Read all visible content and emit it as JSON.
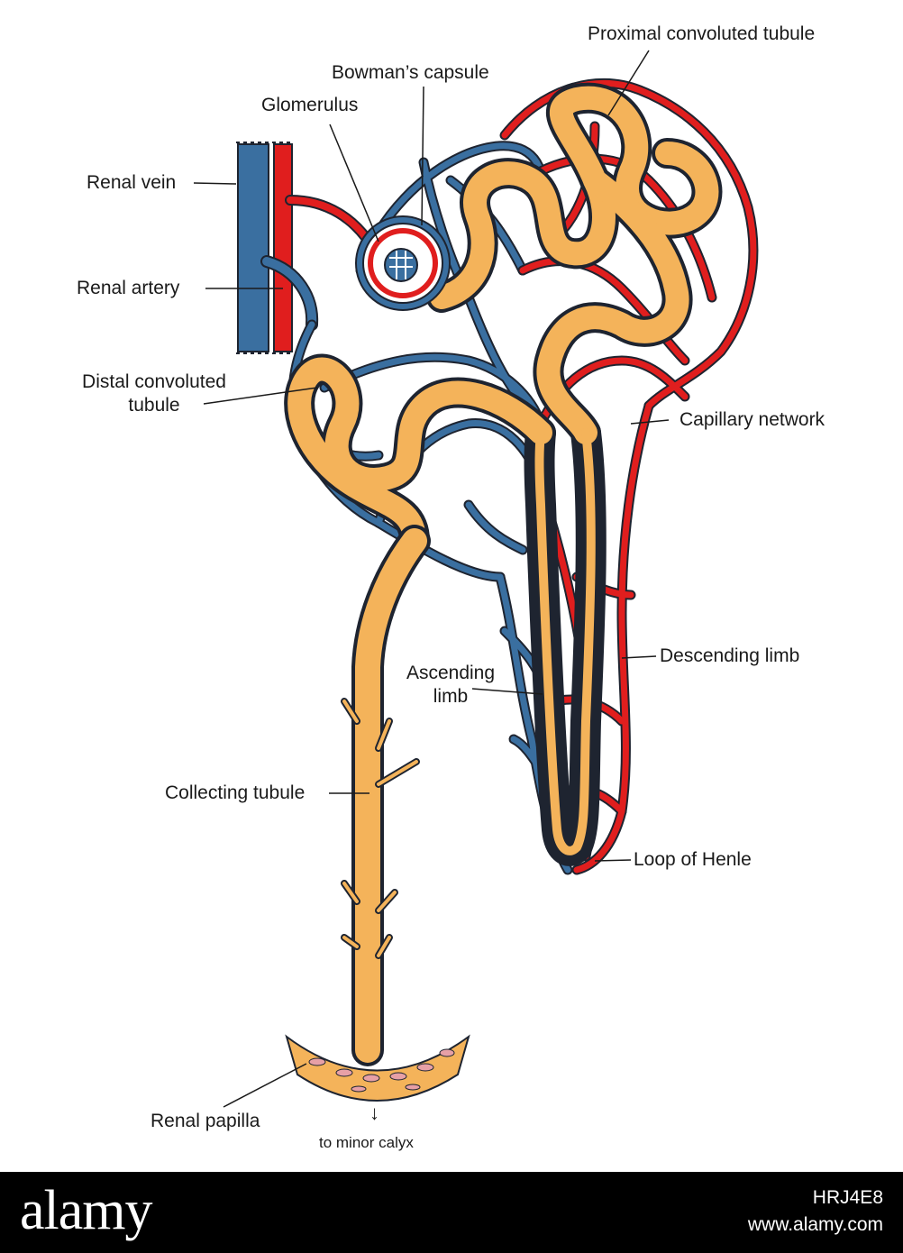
{
  "colors": {
    "vein": "#3a6fa0",
    "artery": "#e01e1e",
    "tubule": "#f4b35a",
    "outline": "#1e2430",
    "papilla_cells": "#e7a0a6",
    "footer": "#000000"
  },
  "labels": {
    "proximal": "Proximal convoluted tubule",
    "bowman": "Bowman’s capsule",
    "glomerulus": "Glomerulus",
    "renal_vein": "Renal vein",
    "renal_artery": "Renal artery",
    "distal_line1": "Distal convoluted",
    "distal_line2": "tubule",
    "capillary": "Capillary network",
    "descending": "Descending limb",
    "ascending_line1": "Ascending",
    "ascending_line2": "limb",
    "collecting": "Collecting tubule",
    "loop": "Loop of Henle",
    "papilla": "Renal papilla",
    "minor_calyx": "to minor calyx",
    "arrow_glyph": "↓"
  },
  "footer": {
    "wordmark": "alamy",
    "image_id": "HRJ4E8",
    "site": "www.alamy.com"
  }
}
